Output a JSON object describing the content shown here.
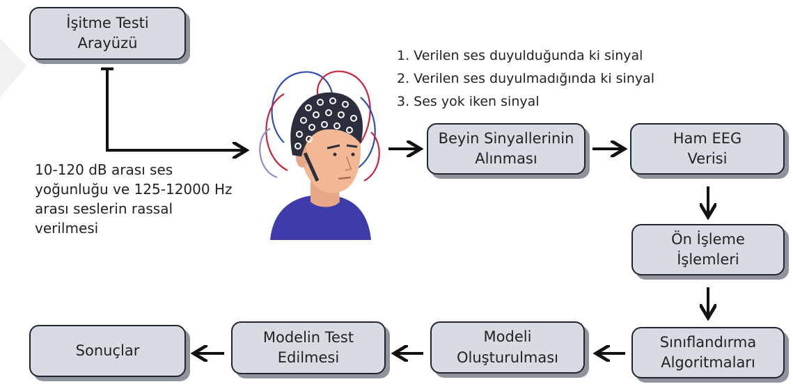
{
  "boxes": {
    "test_interface": "İşitme Testi\nArayüzü",
    "signal_acquisition": "Beyin Sinyallerinin\nAlınması",
    "raw_eeg": "Ham EEG\nVerisi",
    "preprocessing": "Ön İşleme\nİşlemleri",
    "classification": "Sınıflandırma\nAlgoritmaları",
    "model_building": "Modeli\nOluşturulması",
    "model_testing": "Modelin Test\nEdilmesi",
    "results": "Sonuçlar"
  },
  "signal_types": [
    "1. Verilen ses duyulduğunda ki sinyal",
    "2. Verilen ses duyulmadığında ki sinyal",
    "3. Ses yok iken sinyal"
  ],
  "stimulus_description": "10-120 dB arası ses\nyoğunluğu ve 125-12000 Hz\narası seslerin rassal\nverilmesi",
  "colors": {
    "box_fill": "#d7dbe2",
    "box_border": "#1f2430",
    "box_shadow": "#8f949c"
  }
}
